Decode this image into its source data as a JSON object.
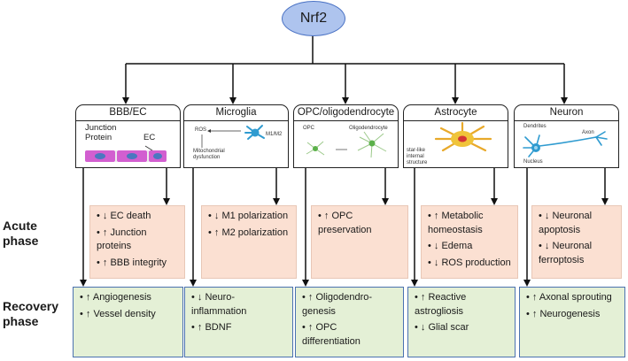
{
  "root": "Nrf2",
  "phases": {
    "acute": [
      "Acute",
      "phase"
    ],
    "recovery": [
      "Recovery",
      "phase"
    ]
  },
  "cards": [
    {
      "title": "BBB/EC",
      "labels": [
        "Junction",
        "Protein",
        "EC"
      ]
    },
    {
      "title": "Microglia",
      "labels": [
        "ROS",
        "M1/M2",
        "Mitochondrial",
        "dysfunction"
      ]
    },
    {
      "title": "OPC/oligodendrocyte",
      "labels": [
        "OPC",
        "Oligodendrocyte"
      ]
    },
    {
      "title": "Astrocyte",
      "labels": [
        "star-like",
        "internal",
        "structure"
      ]
    },
    {
      "title": "Neuron",
      "labels": [
        "Dendrites",
        "Axon",
        "Nucleus"
      ]
    }
  ],
  "acute": [
    [
      "• ↓ EC death",
      "• ↑ Junction proteins",
      "• ↑ BBB integrity"
    ],
    [
      "• ↓ M1 polarization",
      "• ↑ M2 polarization"
    ],
    [
      "• ↑ OPC preservation"
    ],
    [
      "• ↑ Metabolic homeostasis",
      "• ↓ Edema",
      "• ↓ ROS production"
    ],
    [
      "• ↓ Neuronal apoptosis",
      "• ↓ Neuronal ferroptosis"
    ]
  ],
  "recovery": [
    [
      "• ↑ Angiogenesis",
      "• ↑ Vessel density"
    ],
    [
      "• ↓ Neuro-inflammation",
      "• ↑ BDNF"
    ],
    [
      "• ↑ Oligodendro-genesis",
      "• ↑ OPC differentiation"
    ],
    [
      "• ↑ Reactive astrogliosis",
      "• ↓ Glial scar"
    ],
    [
      "• ↑ Axonal sprouting",
      "• ↑ Neurogenesis"
    ]
  ],
  "colors": {
    "acute_fill": "#fbe0d2",
    "recovery_fill": "#e4f0d6",
    "recovery_border": "#4b72b0",
    "root_fill": "#aec4ee"
  }
}
